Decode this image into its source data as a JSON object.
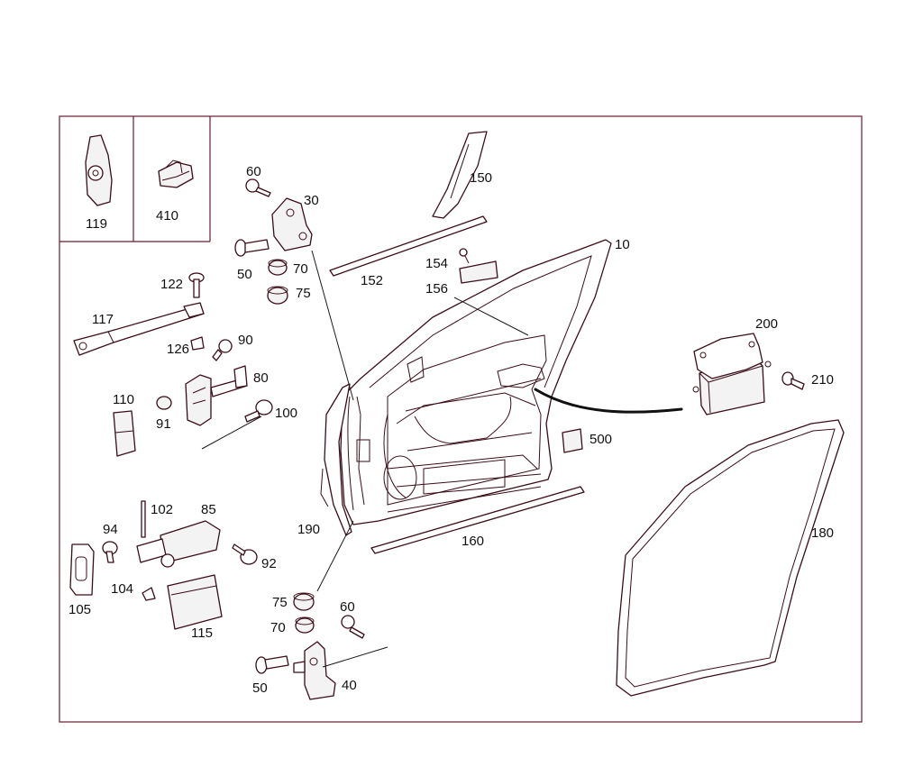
{
  "inset_labels": [
    "119",
    "410"
  ],
  "part_labels": {
    "p10": "10",
    "p30": "30",
    "p40": "40",
    "p50a": "50",
    "p50b": "50",
    "p60a": "60",
    "p60b": "60",
    "p70a": "70",
    "p70b": "70",
    "p75a": "75",
    "p75b": "75",
    "p80": "80",
    "p85": "85",
    "p90": "90",
    "p91": "91",
    "p92": "92",
    "p94": "94",
    "p100": "100",
    "p102": "102",
    "p104": "104",
    "p105": "105",
    "p110": "110",
    "p115": "115",
    "p117": "117",
    "p122": "122",
    "p126": "126",
    "p150": "150",
    "p152": "152",
    "p154": "154",
    "p156": "156",
    "p160": "160",
    "p180": "180",
    "p190": "190",
    "p200": "200",
    "p210": "210",
    "p500": "500"
  },
  "colors": {
    "frame": "#6b1a2e",
    "line": "#3a0d18",
    "text": "#111111"
  }
}
